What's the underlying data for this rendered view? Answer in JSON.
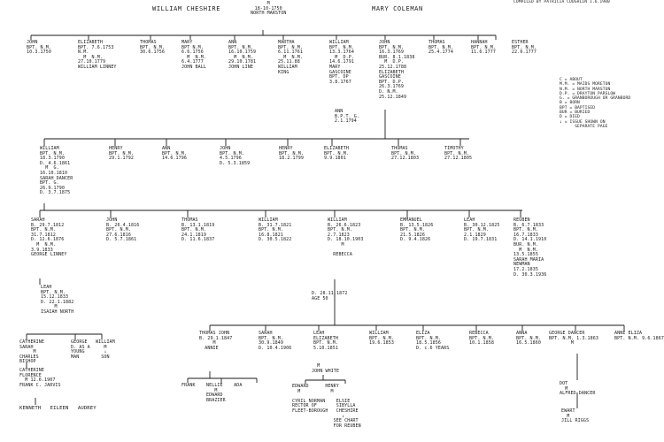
{
  "header": {
    "father": "WILLIAM CHESHIRE",
    "marriage": "M\n18-10-1750\nNORTH MARSTON",
    "mother": "MARY COLEMAN",
    "compiler": "COMPILED BY PATRICIA COUGHLIN 1.6.1980"
  },
  "key": "C = ABOUT\nM.M. = MAIDS MORETON\nN.M. = NORTH MARSTON\nD.P. = DRAYTON PARSLOW\nG. = GRANBOROUGH OR GRANBORD\nB = BORN\nBPT = BAPTISED\nBUR = BURIED\nD = DIED\n↓ = ISSUE SHOWN ON\n      SEPARATE PAGE",
  "gen1": [
    "JOHN\nBPT. N.M.\n10.3.1750",
    "ELIZABETH\nBPT. 7.6.1753\nN.M.\n  M  N.M.\n27.10.1779\nWILLIAM LINNEY",
    "THOMAS\nBPT. N.M.\n30.6.1756",
    "MARY\nBPT N.M.\n6.6.1756\n  M  N.M.\n6.4.1777\nJOHN BALL",
    "ANN\nBPT. N.M.\n16.10.1759\n  M  N.M.\n29.10.1781\nJOHN LINE",
    "MARTHA\nBPT. N.M.\n6.11.1761\n  M  N.M.\n25.11.88\nWILLIAM\nKING",
    "WILLIAM\nBPT. N.M.\n13.3.1764\n  M  D.P.\n14.6.1791\nMARY\nGASCOINE\nBPT. DP\n3.8.1767",
    "JOHN\nBPT. N.M.\n16.3.1769\nBUR. 8.1.1838\n  M  D.P.\n25.12.1788\nELIZABETH\nGASCOINE\nBPT. D.P.\n26.3.1769\nD. N.M.\n25.12.1849",
    "THOMAS\nBPT. N.M.\n25.4.1774",
    "HANNAH\nBPT. N.M.\n11.6.1777",
    "ESTHER\nBPT. N.M.\n22.6.1777"
  ],
  "ann_note": "ANN\nB.P.T. G.\n2.1.1794",
  "gen2": [
    "WILLIAM\nBPT. N.M.\n18.3.1790\nD. 4.6.1861\n  M  G.\n16.10.1810\nSARAH DANCER\nBPT. G.\n26.9.1790\nD. 3.7.1875",
    "HENRY\nBPT. N.M.\n29.1.1792",
    "ANN\nBPT. N.M.\n14.6.1796",
    "JOHN\nBPT. N.M.\n4.5.1796\nD. 5.3.1859",
    "HENRY\nBPT. N.M.\n18.2.1799",
    "ELIZABETH\nBPT. N.M.\n9.9.1801",
    "THOMAS\nBPT. N.M.\n27.12.1803",
    "TIMOTHY\nBPT. N.M.\n27.12.1805"
  ],
  "gen3": [
    "SARAH\nB. 29.7.1812\nBPT. N.M.\n31.7.1812\nD. 12.6.1876\n  M  N.M.\n3.9.1833\nGEORGE LINNEY",
    "JOHN\nB. 26.4.1816\nBPT. N.M.\n27.6.1816\nD. 5.7.1861",
    "THOMAS\nB. 13.1.1819\nBPT. N.M.\n24.1.1819\nD. 11.6.1837",
    "WILLIAM\nB. 31.7.1821\nBPT. N.M.\n16.8.1821\nD. 30.5.1822",
    "WILLIAM\nB. 26.6.1823\nBPT. N.M.\n2.7.1823\nD. 18.10.1903\n     M\n\n  REBECCA",
    "EMMANUEL\nB. 13.5.1826\nBPT. N.M.\n21.5.1826\nD. 9.4.1826",
    "LEAH\nB. 30.12.1825\nBPT. N.M.\n2.1.1829\nD. 19.7.1831",
    "REUBEN\nB. 6.7.1833\nBPT. N.M.\n16.7.1833\nD. 14.1.1910\nBUR. N.M.\n  M  N.M.\n13.5.1855\nSARAH MARIA\nNEWMAN\n17.2.1835\nD. 30.3.1936"
  ],
  "rebecca_note": "D. 28.11.1872\nAGE 50",
  "leah": "LEAH\nBPT. N.M.\n15.12.1833\nD. 22.1.1882\n     M\nISAIAH NORTH",
  "gen4": [
    "THOMAS JOHN\nB. 29.1.1847\n     M\n  ANNIE",
    "SARAH\nBPT. N.M.\n30.9.1849\nD. 10.4.1906",
    "LEAH\nELIZABETH\nBPT. N.M.\n5.10.1851",
    "WILLIAM\nBPT. N.M.\n19.6.1853",
    "ELIZA\nBPT. N.M.\n18.5.1856\nD. c.6 YEARS",
    "REBECCA\nBPT. N.M.\n10.1.1858",
    "ANNA\nBPT. N.M.\n16.5.1860",
    "GEORGE DANCER\nBPT. N.M. 1.3.1863\n        M",
    "ANNE ELIZA\nBPT. N.M. 9.6.1867"
  ],
  "catherine_group": "CATHERINE\nSARAH\n     M\nCHARLES\nBISHOP",
  "george_young": "GEORGE\nD. AS A\nYOUNG\nMAN",
  "william_son": "WILLIAM\n   M\n   ↓\n  SON",
  "catherine_florence": "CATHERINE\nFLORENCE\n  M 12.6.1907\nFRANK C. JARVIS",
  "kids_bottom": "KENNETH   EILEEN   AUDREY",
  "thomas_kids": "FRANK    NELLIE    ADA\n            M\n         EDWARD\n         BRAZIER",
  "leah_husband": "  M\nJOHN WHITE",
  "white_kids": "EDWARD      HENRY\n  M           M\n\nCYRIL NORMAN    ELSIE\nRECTOR OF       SIBYLLA\nFLEET-BOROUGH   CHESHIRE\n                  ↓\n               SEE CHART\n               FOR REUBEN",
  "dot": "DOT\n  M\nALFRED DANCER",
  "ewart": "EWART\n  M\nJILL RIGGS"
}
